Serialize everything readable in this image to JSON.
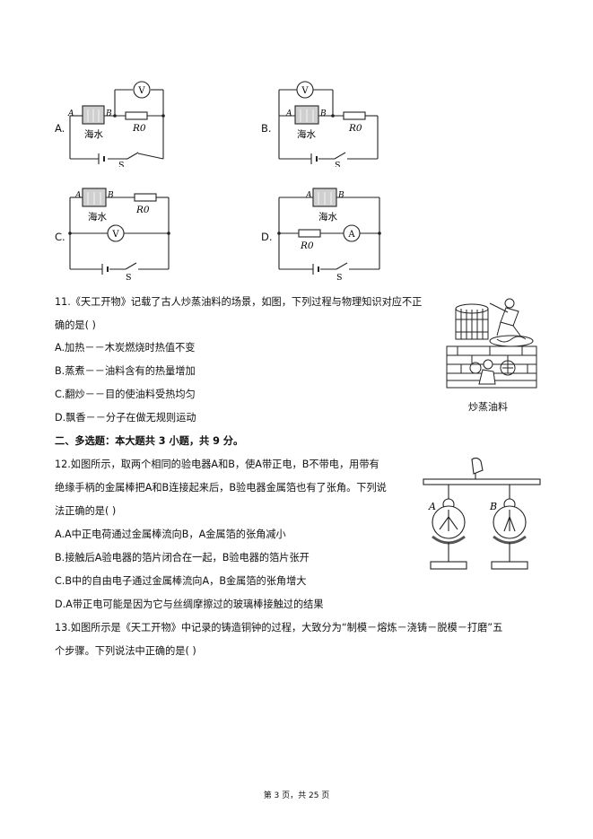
{
  "circuits": {
    "A": {
      "option": "A.",
      "seawater": "海水",
      "resistor": "R0",
      "switch": "S",
      "meter": "V",
      "end_a": "A",
      "end_b": "B"
    },
    "B": {
      "option": "B.",
      "seawater": "海水",
      "resistor": "R0",
      "switch": "S",
      "meter": "V",
      "end_a": "A",
      "end_b": "B"
    },
    "C": {
      "option": "C.",
      "seawater": "海水",
      "resistor": "R0",
      "switch": "S",
      "meter": "V",
      "end_a": "A",
      "end_b": "B"
    },
    "D": {
      "option": "D.",
      "seawater": "海水",
      "resistor": "R0",
      "switch": "S",
      "meter": "A",
      "end_a": "A",
      "end_b": "B"
    }
  },
  "q11": {
    "stem_line1": "11.《天工开物》记载了古人炒蒸油料的场景，如图，下列过程与物理知识对应不正",
    "stem_line2": "确的是(    )",
    "options": [
      "A.加热－－木炭燃烧时热值不变",
      "B.蒸煮－－油料含有的热量增加",
      "C.翻炒－－目的使油料受热均匀",
      "D.飘香－－分子在做无规则运动"
    ],
    "figure_caption": "炒蒸油料"
  },
  "section2": {
    "title": "二、多选题：本大题共 3 小题，共 9 分。"
  },
  "q12": {
    "stem_line1": "12.如图所示，取两个相同的验电器A和B，使A带正电，B不带电，用带有",
    "stem_line2": "绝缘手柄的金属棒把A和B连接起来后，B验电器金属箔也有了张角。下列说",
    "stem_line3": "法正确的是(    )",
    "options": [
      "A.A中正电荷通过金属棒流向B，A金属箔的张角减小",
      "B.接触后A验电器的箔片闭合在一起，B验电器的箔片张开",
      "C.B中的自由电子通过金属棒流向A，B金属箔的张角增大",
      "D.A带正电可能是因为它与丝绸摩擦过的玻璃棒接触过的结果"
    ],
    "label_a": "A",
    "label_b": "B"
  },
  "q13": {
    "stem_line1": "13.如图所示是《天工开物》中记录的铸造铜钟的过程，大致分为“制模－熔炼－浇铸－脱模－打磨”五",
    "stem_line2": "个步骤。下列说法中正确的是(    )"
  },
  "footer": {
    "page": "第 3 页，共 25 页"
  }
}
